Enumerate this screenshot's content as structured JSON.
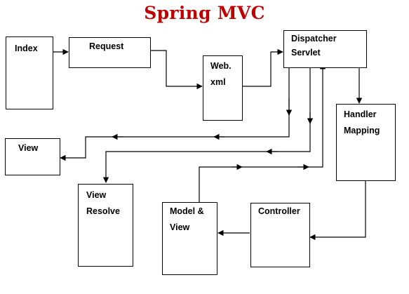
{
  "title": "Spring MVC",
  "colors": {
    "title": "#c00000",
    "line": "#000000",
    "box_border": "#000000"
  },
  "boxes": {
    "index": "Index",
    "request": "Request",
    "webxml": "Web.\nxml",
    "dispatcher": "Dispatcher\nServlet",
    "handler": "Handler\nMapping",
    "view": "View",
    "view_resolve": "View\nResolve",
    "model_view": "Model &\nView",
    "controller": "Controller"
  }
}
